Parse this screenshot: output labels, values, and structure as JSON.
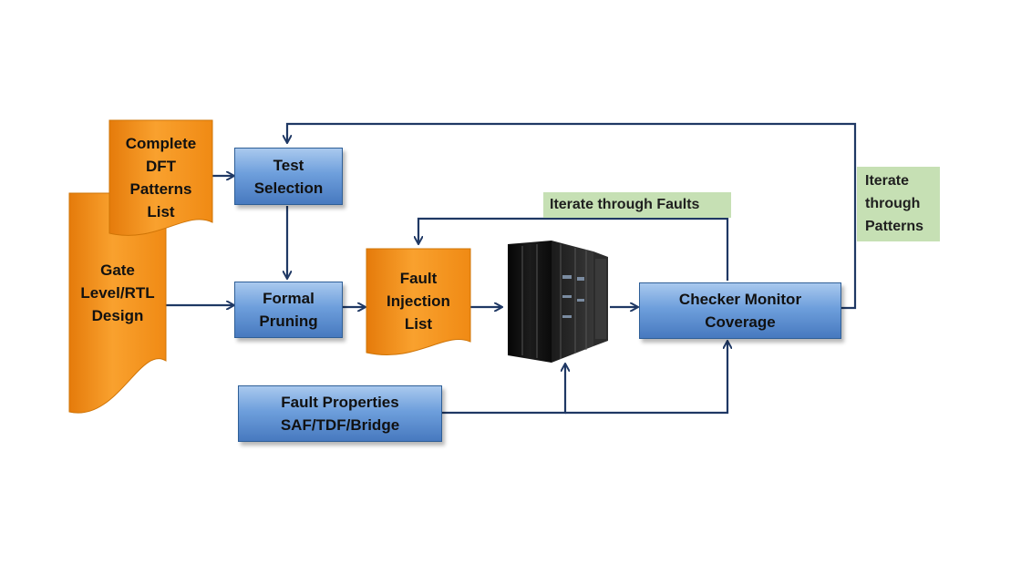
{
  "colors": {
    "doc_fill": "#f7931d",
    "box_fill": "#6e9fdc",
    "tag_fill": "#c6e0b4",
    "arrow": "#1f3864"
  },
  "documents": {
    "dft_patterns": "Complete\nDFT\nPatterns\nList",
    "gate_design": "Gate\nLevel/RTL\nDesign",
    "fault_list": "Fault\nInjection\nList"
  },
  "boxes": {
    "test_selection": "Test\nSelection",
    "formal_pruning": "Formal\nPruning",
    "checker_monitor": "Checker Monitor\nCoverage",
    "fault_properties": "Fault Properties\nSAF/TDF/Bridge"
  },
  "labels": {
    "iterate_faults": "Iterate through Faults",
    "iterate_patterns": "Iterate\nthrough\nPatterns"
  },
  "icons": {
    "server": "server-rack-icon"
  }
}
